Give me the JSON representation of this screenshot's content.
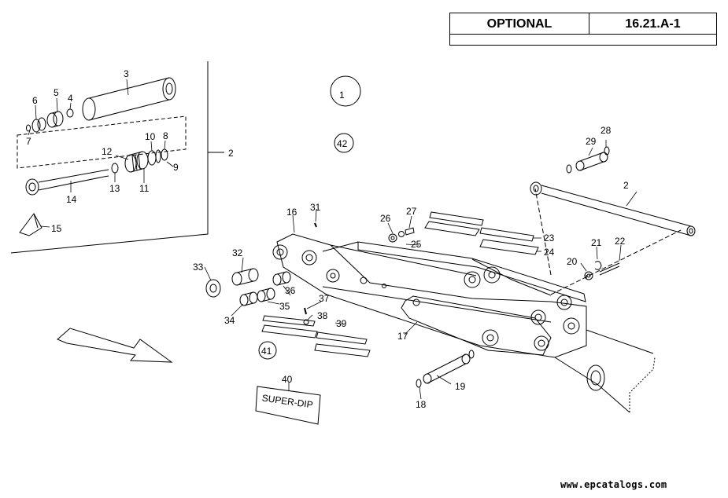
{
  "header": {
    "left": "OPTIONAL",
    "right": "16.21.A-1"
  },
  "circled": {
    "top": "1",
    "c42": "42",
    "c41": "41"
  },
  "plate": "SUPER-DIP",
  "labels": {
    "p2a": "2",
    "p3": "3",
    "p4": "4",
    "p5": "5",
    "p6": "6",
    "p7": "7",
    "p8": "8",
    "p9": "9",
    "p10": "10",
    "p11": "11",
    "p12": "12",
    "p13": "13",
    "p14": "14",
    "p15": "15",
    "p16": "16",
    "p17": "17",
    "p18": "18",
    "p19": "19",
    "p20": "20",
    "p21": "21",
    "p22": "22",
    "p23": "23",
    "p24": "24",
    "p25": "25",
    "p26": "26",
    "p27": "27",
    "p28": "28",
    "p29": "29",
    "p2b": "2",
    "p31": "31",
    "p32": "32",
    "p33": "33",
    "p34": "34",
    "p35": "35",
    "p36": "36",
    "p37": "37",
    "p38": "38",
    "p39": "39",
    "p40": "40"
  },
  "footer": {
    "watermark": "www.epcatalogs.com"
  }
}
